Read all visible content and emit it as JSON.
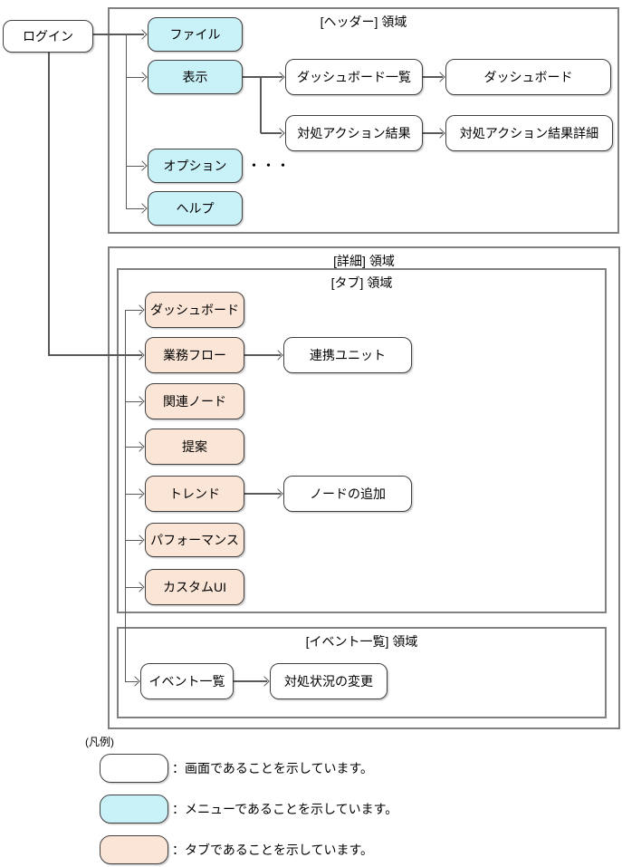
{
  "colors": {
    "menu": "#C9F1F8",
    "tab": "#FBE5D6",
    "screen": "#FFFFFF",
    "line": "#595959",
    "node_border": "#404040",
    "region_border": "#808080"
  },
  "regions": {
    "header": "[ヘッダー] 領域",
    "detail": "[詳細] 領域",
    "tab": "[タブ] 領域",
    "event": "[イベント一覧] 領域"
  },
  "nodes": {
    "login": "ログイン",
    "file": "ファイル",
    "view": "表示",
    "dashboard_list": "ダッシュボード一覧",
    "dashboard": "ダッシュボード",
    "action_result": "対処アクション結果",
    "action_result_detail": "対処アクション結果詳細",
    "options": "オプション",
    "help": "ヘルプ",
    "ellipsis": "・・・",
    "tab_dashboard": "ダッシュボード",
    "business_flow": "業務フロー",
    "linked_unit": "連携ユニット",
    "related_node": "関連ノード",
    "proposal": "提案",
    "trend": "トレンド",
    "add_node": "ノードの追加",
    "performance": "パフォーマンス",
    "custom_ui": "カスタムUI",
    "event_list": "イベント一覧",
    "change_status": "対処状況の変更"
  },
  "legend": {
    "title": "(凡例)",
    "items": [
      {
        "type": "screen",
        "label": "：画面であることを示しています。"
      },
      {
        "type": "menu",
        "label": "：メニューであることを示しています。"
      },
      {
        "type": "tab",
        "label": "：タブであることを示しています。"
      }
    ]
  }
}
